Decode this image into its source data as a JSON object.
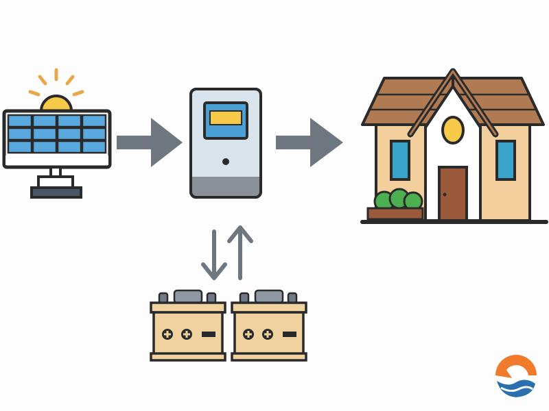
{
  "diagram": {
    "nodes": [
      {
        "id": "solar-panel",
        "icon": "solar-panel-icon"
      },
      {
        "id": "inverter",
        "icon": "inverter-icon"
      },
      {
        "id": "house",
        "icon": "house-icon"
      },
      {
        "id": "battery-1",
        "icon": "battery-icon"
      },
      {
        "id": "battery-2",
        "icon": "battery-icon"
      }
    ],
    "edges": [
      {
        "from": "solar-panel",
        "to": "inverter",
        "direction": "right"
      },
      {
        "from": "inverter",
        "to": "house",
        "direction": "right"
      },
      {
        "from": "inverter",
        "to": "batteries",
        "direction": "down"
      },
      {
        "from": "batteries",
        "to": "inverter",
        "direction": "up"
      }
    ],
    "corner_logo": "swirl-logo-icon"
  },
  "colors": {
    "outline": "#2a2a2a",
    "arrow_gray": "#6e777f",
    "panel_blue": "#5aa9de",
    "sun_yellow": "#f7c948",
    "sun_ray_orange": "#e6a84a",
    "inverter_body": "#d9e3ec",
    "inverter_screen": "#4a9fd5",
    "inverter_base": "#8a9098",
    "house_wall": "#f2cf9c",
    "house_roof": "#b07a52",
    "house_window": "#3aa3c9",
    "door": "#9a5a3b",
    "bush": "#4caf50",
    "battery_body": "#f0d2a0",
    "battery_terminal": "#6f7a86",
    "logo_orange": "#f07b2c",
    "logo_blue": "#2a6fae"
  }
}
